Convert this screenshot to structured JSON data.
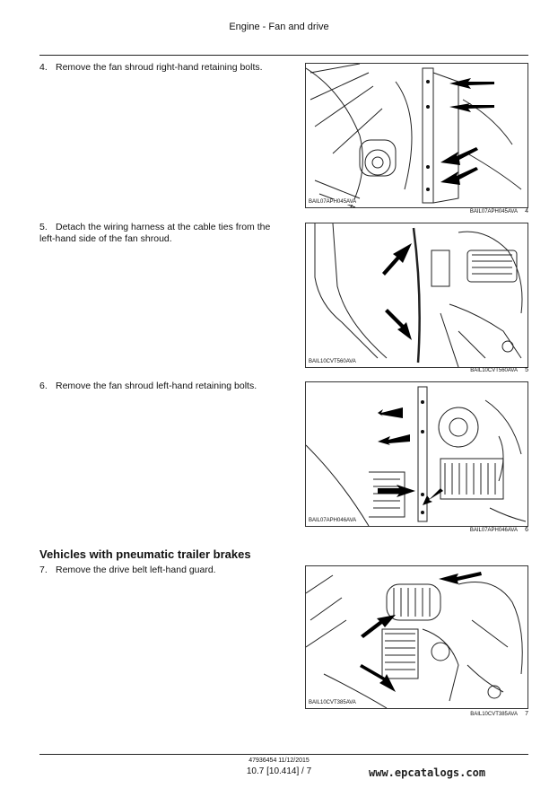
{
  "header": {
    "title": "Engine - Fan and drive"
  },
  "steps": [
    {
      "number": "4.",
      "text": "Remove the fan shroud right-hand retaining bolts."
    },
    {
      "number": "5.",
      "text": "Detach the wiring harness at the cable ties from the left-hand side of the fan shroud."
    },
    {
      "number": "6.",
      "text": "Remove the fan shroud left-hand retaining bolts."
    },
    {
      "number": "7.",
      "text": "Remove the drive belt left-hand guard."
    }
  ],
  "section": {
    "title": "Vehicles with pneumatic trailer brakes"
  },
  "figures": [
    {
      "code": "BAIL07APH045AVA",
      "number": "4"
    },
    {
      "code": "BAIL10CVT560AVA",
      "number": "5"
    },
    {
      "code": "BAIL07APH046AVA",
      "number": "6"
    },
    {
      "code": "BAIL10CVT385AVA",
      "number": "7"
    }
  ],
  "footer": {
    "doc": "47936454 11/12/2015",
    "page": "10.7 [10.414] / 7"
  },
  "watermark": {
    "text": "www.epcatalogs.com"
  }
}
